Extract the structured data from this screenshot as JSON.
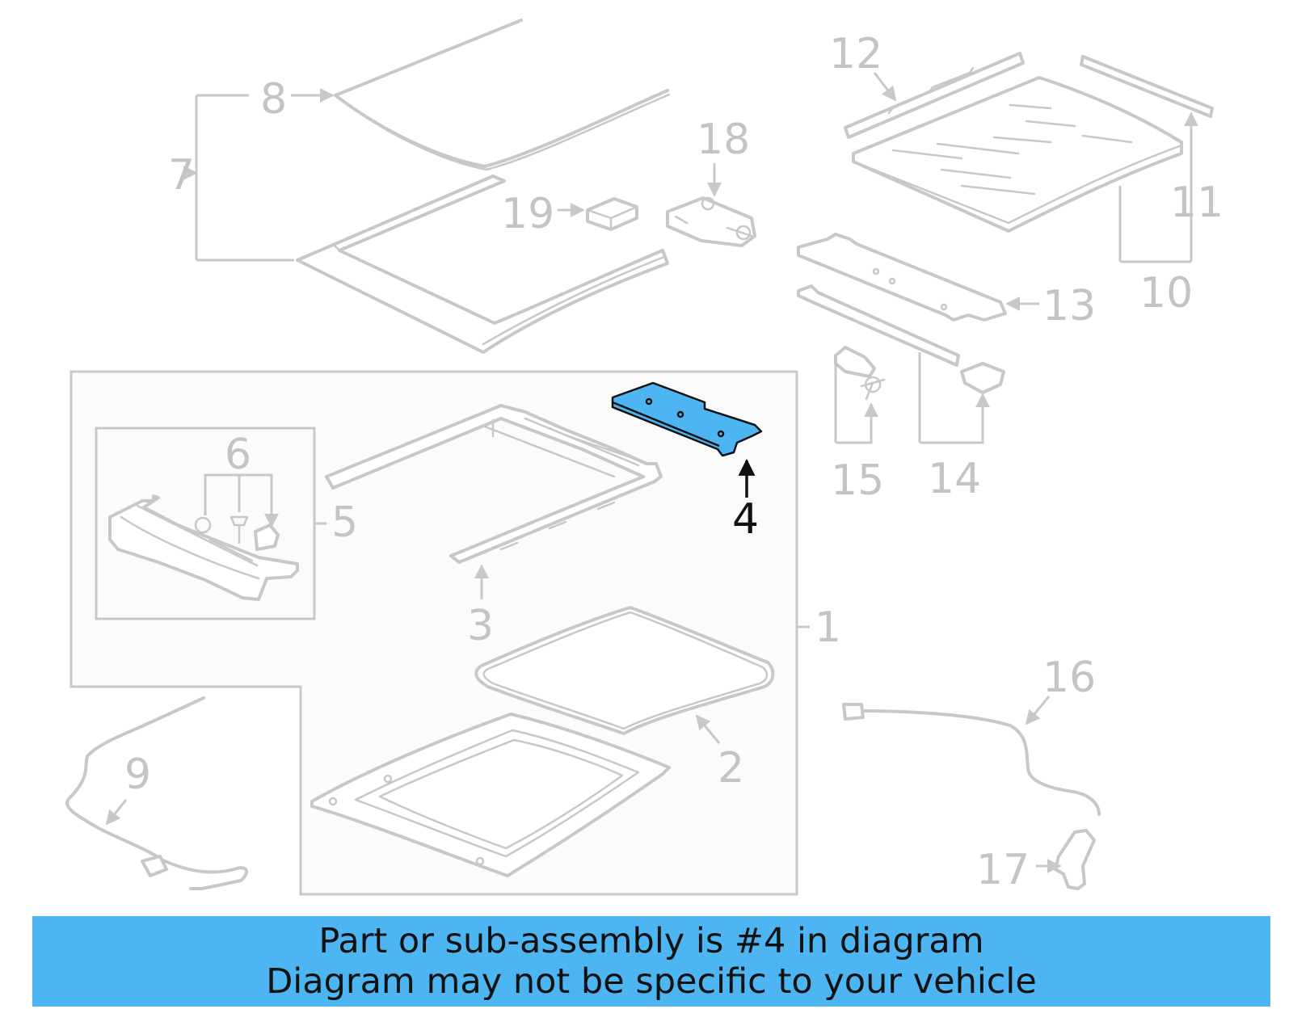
{
  "diagram": {
    "callouts": [
      "1",
      "2",
      "3",
      "4",
      "5",
      "6",
      "7",
      "8",
      "9",
      "10",
      "11",
      "12",
      "13",
      "14",
      "15",
      "16",
      "17",
      "18",
      "19"
    ],
    "highlighted_callout": "4",
    "highlight_color": "#4db6f2",
    "part_line_color": "#c8c8c8"
  },
  "banner": {
    "line1": "Part or sub-assembly is #4 in diagram",
    "line2": "Diagram may not be specific to your vehicle",
    "background": "#4db6f2"
  }
}
